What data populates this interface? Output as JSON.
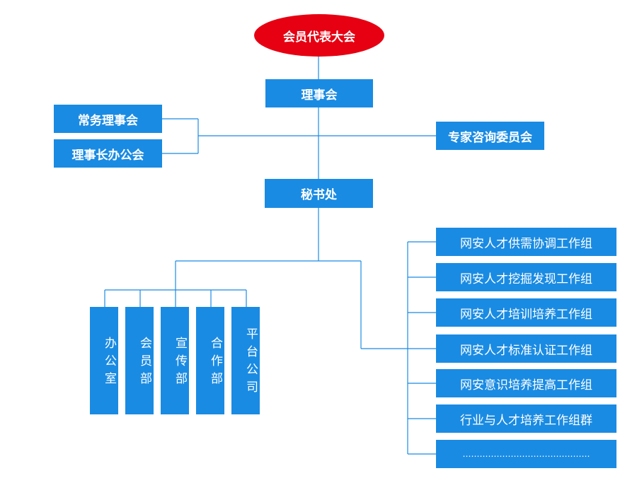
{
  "top": {
    "label": "会员代表大会"
  },
  "council": {
    "label": "理事会"
  },
  "left_committees": [
    {
      "label": "常务理事会"
    },
    {
      "label": "理事长办公会"
    }
  ],
  "expert_committee": {
    "label": "专家咨询委员会"
  },
  "secretariat": {
    "label": "秘书处"
  },
  "departments": [
    {
      "label": "办公室"
    },
    {
      "label": "会员部"
    },
    {
      "label": "宣传部"
    },
    {
      "label": "合作部"
    },
    {
      "label": "平台公司"
    }
  ],
  "working_groups": [
    {
      "label": "网安人才供需协调工作组"
    },
    {
      "label": "网安人才挖掘发现工作组"
    },
    {
      "label": "网安人才培训培养工作组"
    },
    {
      "label": "网安人才标准认证工作组"
    },
    {
      "label": "网安意识培养提高工作组"
    },
    {
      "label": "行业与人才培养工作组群"
    },
    {
      "label": "………………………………………"
    }
  ],
  "colors": {
    "node_blue": "#1a8be3",
    "top_red": "#e60012",
    "connector": "#1a8be3"
  }
}
